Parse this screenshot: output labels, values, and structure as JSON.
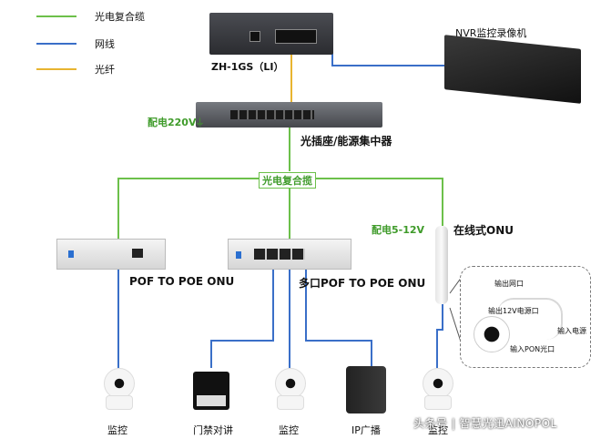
{
  "legend": [
    {
      "label": "光电复合缆",
      "color": "#6cc04a"
    },
    {
      "label": "网线",
      "color": "#3a6fc8"
    },
    {
      "label": "光纤",
      "color": "#e8b430"
    }
  ],
  "devices": {
    "switch_top": "ZH-1GS（LI）",
    "nvr": "NVR监控录像机",
    "hub": "光插座/能源集中器",
    "hub_power": "配电220V",
    "composite_cable": "光电复合揽",
    "onu_left": "POF TO POE ONU",
    "onu_center": "多口POF TO POE ONU",
    "inline_onu": "在线式ONU",
    "inline_power": "配电5-12V"
  },
  "inset": {
    "out_port": "输出网口",
    "out_12v": "输出12V电源口",
    "in_power": "输入电源",
    "in_pon": "输入PON光口"
  },
  "endpoints": [
    "监控",
    "门禁对讲",
    "监控",
    "IP广播",
    "监控"
  ],
  "watermark": "头条号 | 智慧光迅AINOPOL",
  "colors": {
    "composite": "#6cc04a",
    "network": "#3a6fc8",
    "fiber": "#e8b430"
  }
}
